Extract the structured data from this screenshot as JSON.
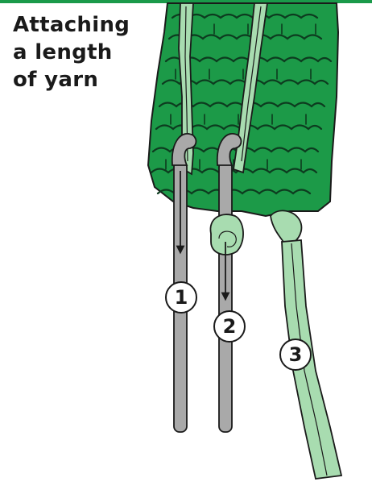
{
  "title": {
    "line1": "Attaching",
    "line2": "a length",
    "line3": "of yarn"
  },
  "steps": [
    {
      "label": "1"
    },
    {
      "label": "2"
    },
    {
      "label": "3"
    }
  ],
  "colors": {
    "accent_bar": "#1a9a4a",
    "knit_fabric": "#1c9a48",
    "knit_outline": "#1a1a1a",
    "yarn_strand": "#a8dcb0",
    "hook": "#a9a9a9"
  },
  "icons": [
    "crochet-hook-icon",
    "arrow-down-icon"
  ]
}
